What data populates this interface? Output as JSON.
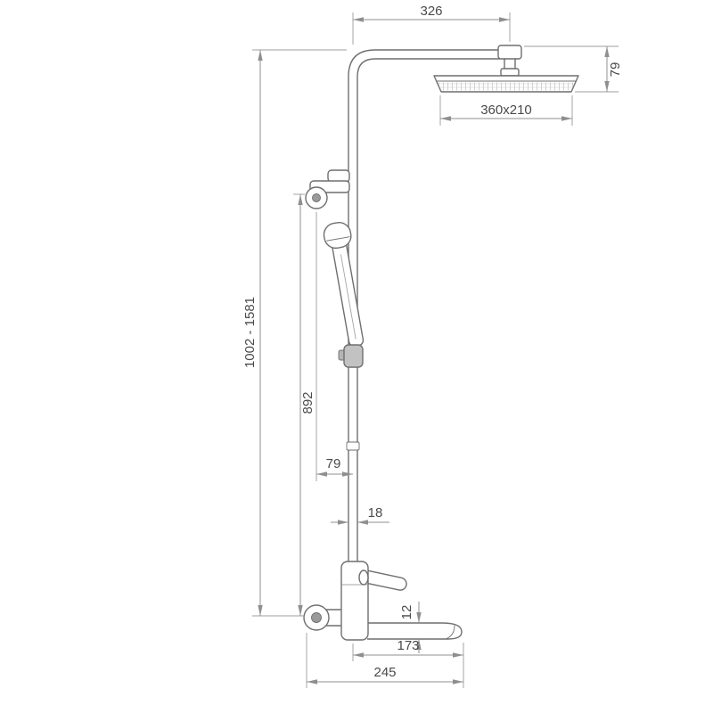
{
  "drawing": {
    "dimensions": {
      "arm_reach": "326",
      "head_drop": "79",
      "head_size": "360x210",
      "overall_height": "1002 - 1581",
      "rail_height": "892",
      "holder_offset": "79",
      "pipe_diameter": "18",
      "spout_height": "12",
      "spout_reach": "173",
      "overall_reach": "245"
    },
    "colors": {
      "outline": "#6f6f6f",
      "dimension": "#8f8f8f",
      "label_text": "#4a4a4a",
      "background": "#ffffff"
    }
  }
}
